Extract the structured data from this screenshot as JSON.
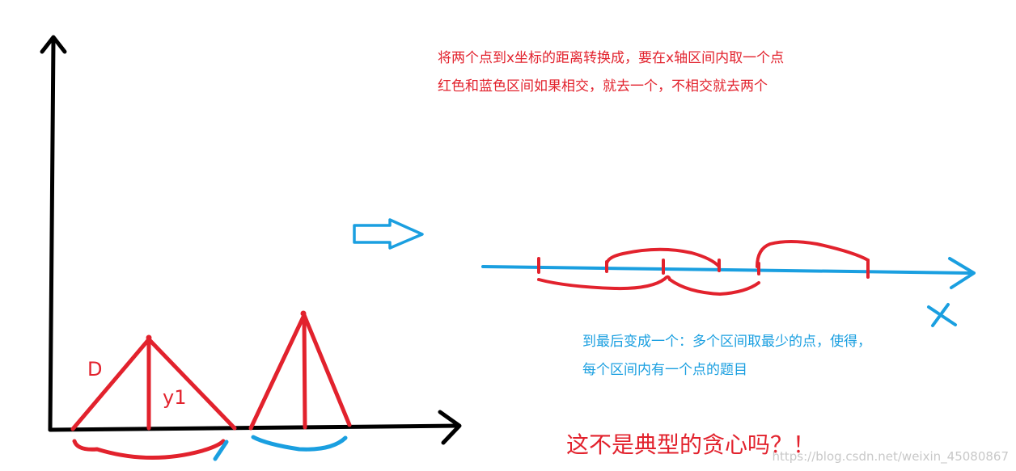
{
  "colors": {
    "red": "#e2222d",
    "blue": "#1a9fe0",
    "black": "#000000",
    "watermark": "#c8c8c8"
  },
  "labels": {
    "distance": "D",
    "height": "y1",
    "x_axis_mark": "X"
  },
  "notes": {
    "red_line_1": "将两个点到x坐标的距离转换成，要在x轴区间内取一个点",
    "red_line_2": "红色和蓝色区间如果相交，就去一个，不相交就去两个",
    "blue_line_1": "到最后变成一个：多个区间取最少的点，使得，",
    "blue_line_2": "每个区间内有一个点的题目",
    "closing": "这不是典型的贪心吗？！"
  },
  "watermark": "https://blog.csdn.net/weixin_45080867"
}
